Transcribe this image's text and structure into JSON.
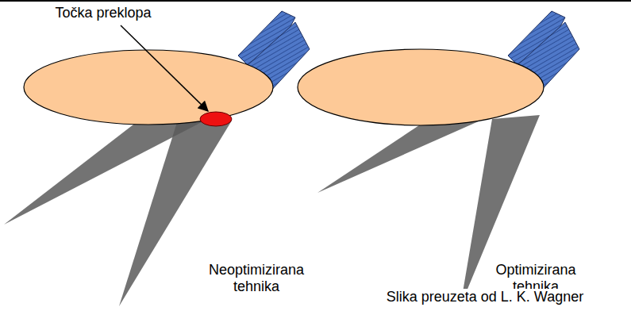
{
  "diagram": {
    "labels": [
      "Točka preklopa",
      "Neoptimizirana tehnika",
      "Optimizirana tehnika",
      "Slika preuzeta od L. K. Wagner"
    ]
  }
}
